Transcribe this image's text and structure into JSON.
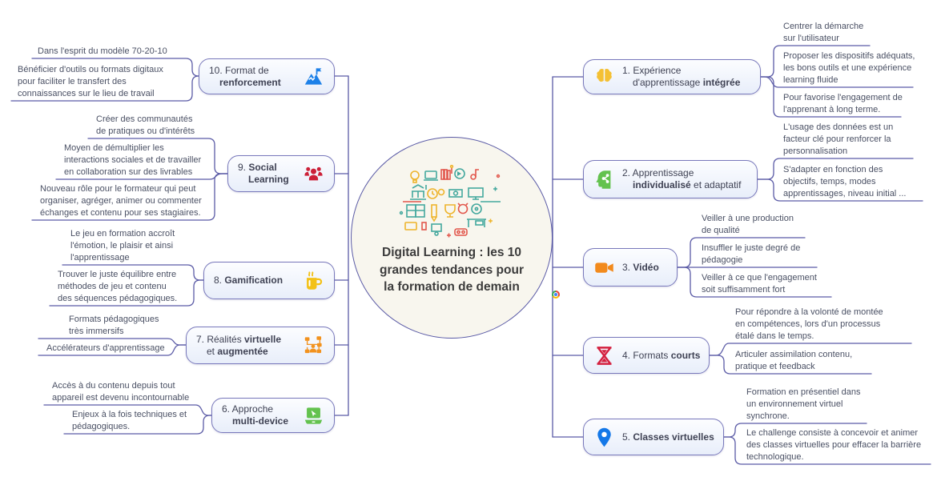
{
  "center": {
    "title_lines": [
      "Digital Learning : les 10",
      "grandes tendances pour",
      "la formation de demain"
    ],
    "collage_icon": "digital-learning-collage"
  },
  "style": {
    "line_color": "#5b5ba6",
    "node_border_color": "#7878bb",
    "node_fill": "#e8eefa",
    "circle_fill": "#f8f6ee",
    "note_text_color": "#4a5064"
  },
  "branches": [
    {
      "id": "1",
      "side": "right",
      "icon": "brain-icon",
      "icon_css": "color:#f4c033",
      "label": {
        "l1pre": "1. Expérience",
        "l2pre": "d'apprentissage ",
        "l2bold": "intégrée"
      },
      "notes": [
        [
          "Centrer la démarche",
          "sur l'utilisateur"
        ],
        [
          "Proposer les dispositifs adéquats,",
          "les bons outils et une expérience",
          "learning fluide"
        ],
        [
          "Pour favorise l'engagement de",
          "l'apprenant à long terme."
        ]
      ]
    },
    {
      "id": "2",
      "side": "right",
      "icon": "head-share-icon",
      "icon_css": "color:#63c24e",
      "label": {
        "l1pre": "2. Apprentissage",
        "l2bold": "individualisé",
        "l2post": " et adaptatif"
      },
      "notes": [
        [
          "L'usage des données est un",
          "facteur clé pour renforcer la",
          "personnalisation"
        ],
        [
          "S'adapter en fonction des",
          "objectifs, temps, modes",
          "apprentissages, niveau initial ..."
        ]
      ]
    },
    {
      "id": "3",
      "side": "right",
      "icon": "video-camera-icon",
      "icon_css": "color:#f28a1d",
      "label": {
        "l1pre": "3. ",
        "l1bold": "Vidéo"
      },
      "notes": [
        [
          "Veiller à une production",
          "de qualité"
        ],
        [
          "Insuffler le juste degré de",
          "pédagogie"
        ],
        [
          "Veiller à ce que l'engagement",
          "soit suffisamment fort"
        ]
      ]
    },
    {
      "id": "4",
      "side": "right",
      "icon": "hourglass-icon",
      "icon_css": "color:#d4203f",
      "label": {
        "l1pre": "4. Formats ",
        "l1bold": "courts"
      },
      "notes": [
        [
          "Pour répondre à la volonté de montée",
          "en compétences, lors d'un processus",
          "étalé dans le temps."
        ],
        [
          "Articuler assimilation contenu,",
          "pratique et feedback"
        ]
      ]
    },
    {
      "id": "5",
      "side": "right",
      "icon": "map-pin-icon",
      "icon_css": "color:#1478e8",
      "label": {
        "l1pre": "5. ",
        "l1bold": "Classes virtuelles"
      },
      "notes": [
        [
          "Formation en présentiel dans",
          "un environnement virtuel",
          "synchrone."
        ],
        [
          "Le challenge consiste à concevoir et animer",
          "des classes virtuelles pour effacer la barrière",
          "technologique."
        ]
      ]
    },
    {
      "id": "6",
      "side": "left",
      "icon": "laptop-icon",
      "icon_css": "color:#63c24e",
      "label": {
        "l1pre": "6. Approche",
        "l2bold": "multi-device"
      },
      "notes": [
        [
          "Accès à du contenu depuis tout",
          "appareil est devenu incontournable"
        ],
        [
          "Enjeux à la fois techniques et",
          "pédagogiques."
        ]
      ]
    },
    {
      "id": "7",
      "side": "left",
      "icon": "orgchart-person-icon",
      "icon_css": "color:#f2921e",
      "label": {
        "l1pre": "7. Réalités ",
        "l1bold": "virtuelle",
        "l2pre": "et ",
        "l2bold": "augmentée"
      },
      "notes": [
        [
          "Formats pédagogiques",
          "très immersifs"
        ],
        [
          "Accélérateurs d'apprentissage"
        ]
      ]
    },
    {
      "id": "8",
      "side": "left",
      "icon": "mug-icon",
      "icon_css": "color:#f3c117",
      "label": {
        "l1pre": "8. ",
        "l1bold": "Gamification"
      },
      "notes": [
        [
          "Le jeu en formation accroît",
          "l'émotion, le plaisir et ainsi",
          "l'apprentissage"
        ],
        [
          "Trouver le juste équilibre entre",
          "méthodes de jeu et contenu",
          "des séquences pédagogiques."
        ]
      ]
    },
    {
      "id": "9",
      "side": "left",
      "icon": "people-group-icon",
      "icon_css": "color:#cc2038",
      "label": {
        "l1pre": "9. ",
        "l1bold": "Social",
        "l2bold": "Learning"
      },
      "notes": [
        [
          "Créer des communautés",
          "de pratiques ou d'intérêts"
        ],
        [
          "Moyen de démultiplier les",
          "interactions sociales et de travailler",
          "en collaboration sur des livrables"
        ],
        [
          "Nouveau rôle pour le formateur qui peut",
          "organiser, agréger, animer ou commenter",
          "échanges et contenu pour ses stagiaires."
        ]
      ]
    },
    {
      "id": "10",
      "side": "left",
      "icon": "mountain-flag-icon",
      "icon_css": "color:#1c80e8",
      "label": {
        "l1pre": "10. Format de",
        "l2bold": "renforcement"
      },
      "notes": [
        [
          "Dans l'esprit du modèle 70-20-10"
        ],
        [
          "Bénéficier d'outils ou formats digitaux",
          "pour faciliter le transfert des",
          "connaissances sur le lieu de travail"
        ]
      ]
    }
  ],
  "marker": {
    "name": "colorful-dot-marker"
  }
}
